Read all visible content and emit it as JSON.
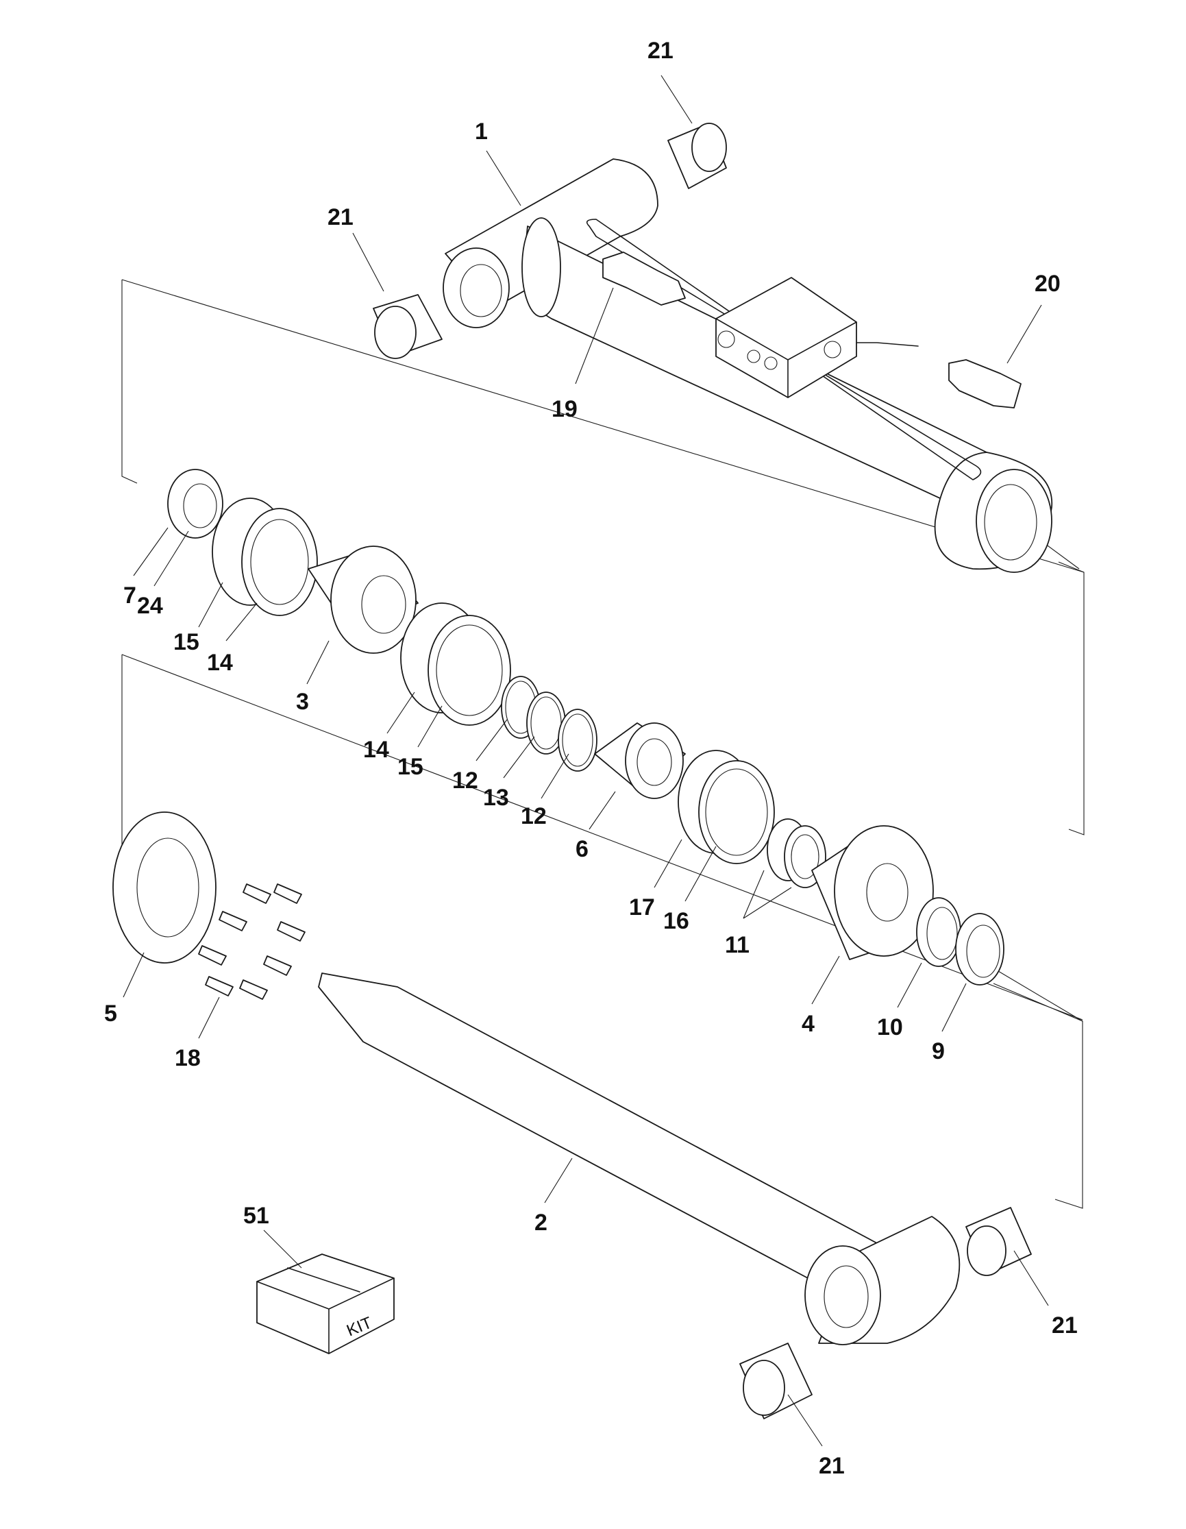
{
  "callouts": [
    {
      "id": "c21a",
      "text": "21"
    },
    {
      "id": "c1",
      "text": "1"
    },
    {
      "id": "c21b",
      "text": "21"
    },
    {
      "id": "c20",
      "text": "20"
    },
    {
      "id": "c19",
      "text": "19"
    },
    {
      "id": "c7",
      "text": "7"
    },
    {
      "id": "c24",
      "text": "24"
    },
    {
      "id": "c15a",
      "text": "15"
    },
    {
      "id": "c14a",
      "text": "14"
    },
    {
      "id": "c3",
      "text": "3"
    },
    {
      "id": "c14b",
      "text": "14"
    },
    {
      "id": "c15b",
      "text": "15"
    },
    {
      "id": "c12a",
      "text": "12"
    },
    {
      "id": "c13",
      "text": "13"
    },
    {
      "id": "c12b",
      "text": "12"
    },
    {
      "id": "c6",
      "text": "6"
    },
    {
      "id": "c17",
      "text": "17"
    },
    {
      "id": "c16",
      "text": "16"
    },
    {
      "id": "c11",
      "text": "11"
    },
    {
      "id": "c5",
      "text": "5"
    },
    {
      "id": "c18",
      "text": "18"
    },
    {
      "id": "c4",
      "text": "4"
    },
    {
      "id": "c10",
      "text": "10"
    },
    {
      "id": "c9",
      "text": "9"
    },
    {
      "id": "c2",
      "text": "2"
    },
    {
      "id": "c51",
      "text": "51"
    },
    {
      "id": "c21c",
      "text": "21"
    },
    {
      "id": "c21d",
      "text": "21"
    }
  ],
  "kit_box_label": "KIT"
}
